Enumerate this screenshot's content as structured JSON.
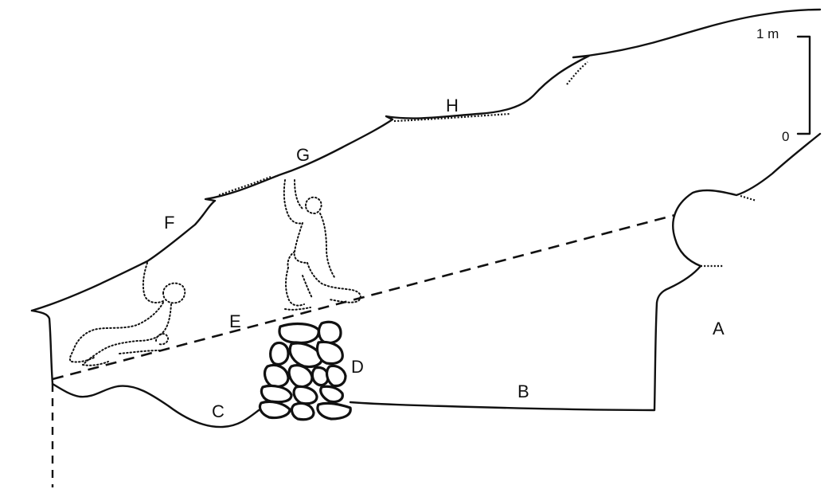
{
  "labels": {
    "a": "A",
    "b": "B",
    "c": "C",
    "d": "D",
    "e": "E",
    "f": "F",
    "g": "G",
    "h": "H"
  },
  "scale": {
    "top": "1 m",
    "bottom": "0"
  }
}
